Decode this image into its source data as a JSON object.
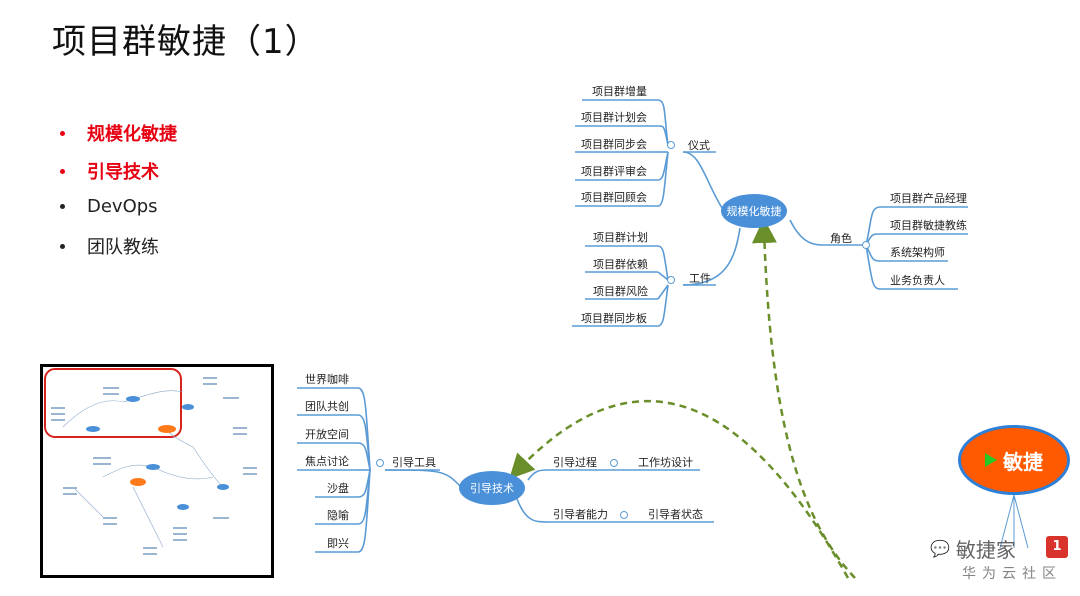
{
  "title": "项目群敏捷（1）",
  "bullets": [
    {
      "text": "规模化敏捷",
      "color": "#e60012"
    },
    {
      "text": "引导技术",
      "color": "#e60012"
    },
    {
      "text": "DevOps",
      "color": "#222222"
    },
    {
      "text": "团队教练",
      "color": "#222222"
    }
  ],
  "mindmap": {
    "scaled_agile": {
      "label": "规模化敏捷",
      "ceremonies": {
        "label": "仪式",
        "items": [
          "项目群增量",
          "项目群计划会",
          "项目群同步会",
          "项目群评审会",
          "项目群回顾会"
        ]
      },
      "artifacts": {
        "label": "工件",
        "items": [
          "项目群计划",
          "项目群依赖",
          "项目群风险",
          "项目群同步板"
        ]
      },
      "roles": {
        "label": "角色",
        "items": [
          "项目群产品经理",
          "项目群敏捷教练",
          "系统架构师",
          "业务负责人"
        ]
      }
    },
    "facilitation": {
      "label": "引导技术",
      "tools": {
        "label": "引导工具",
        "items": [
          "世界咖啡",
          "团队共创",
          "开放空间",
          "焦点讨论",
          "沙盘",
          "隐喻",
          "即兴"
        ]
      },
      "process": {
        "label": "引导过程",
        "child": "工作坊设计"
      },
      "ability": {
        "label": "引导者能力",
        "child": "引导者状态"
      }
    },
    "root": {
      "label": "敏捷"
    }
  },
  "watermark": {
    "name": "敏捷家",
    "sub": "华为云社区",
    "badge": "1"
  },
  "colors": {
    "node_blue": "#4a90d9",
    "line_blue": "#5b9bd5",
    "arrow_green": "#6a8f2a",
    "root_orange": "#ff5a00"
  }
}
